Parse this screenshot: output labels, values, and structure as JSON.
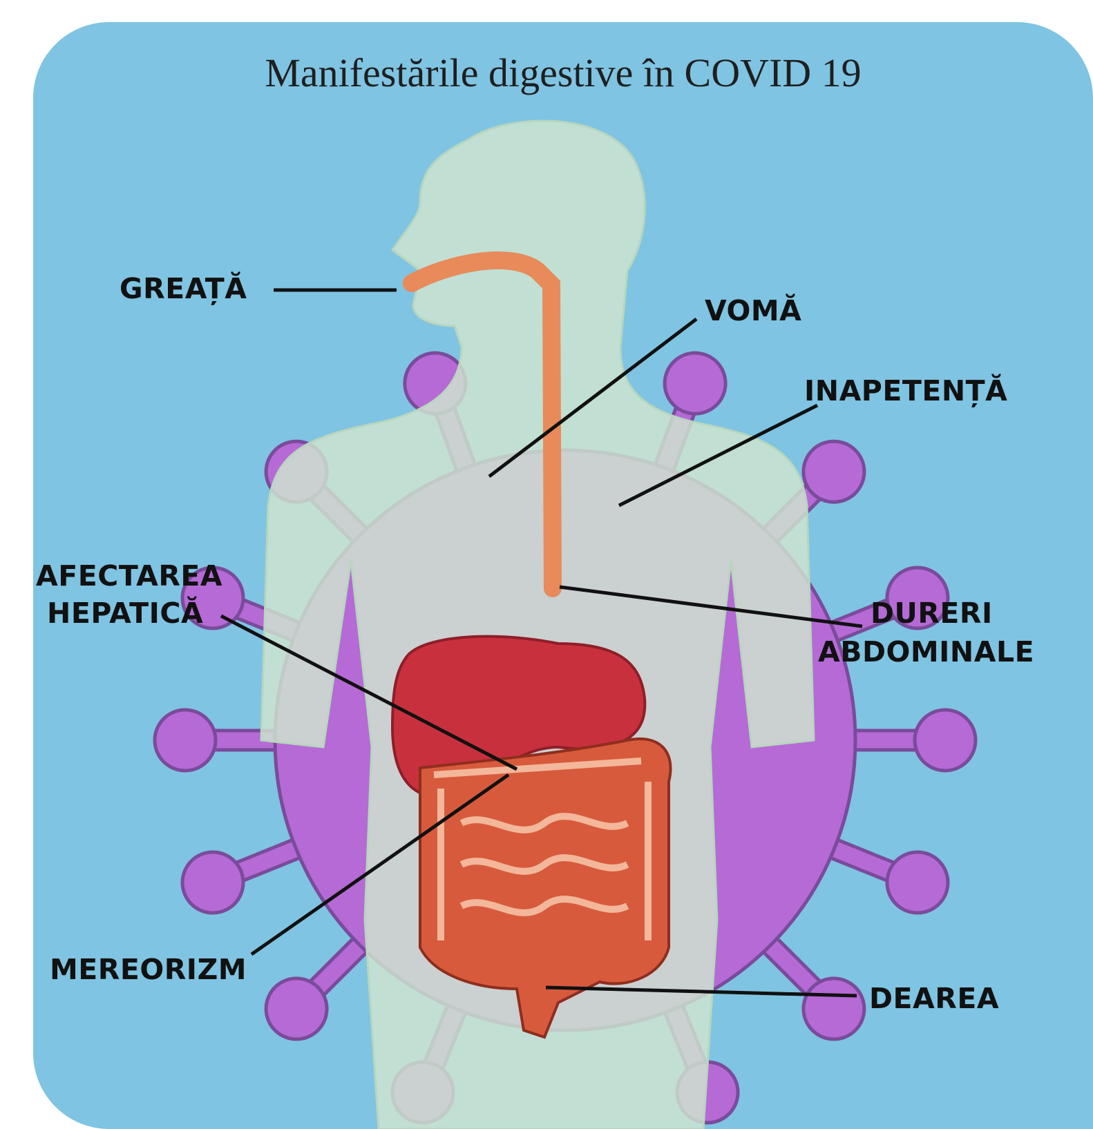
{
  "title": "Manifestările digestive în COVID 19",
  "colors": {
    "background": "#7fc4e2",
    "body": "#cfe6cf",
    "virus": "#b56ad6",
    "virus_outline": "#7a4b9a",
    "stomach": "#c9303e",
    "intestine": "#d85a3c",
    "esophagus": "#e88a5a",
    "leader_line": "#111111"
  },
  "labels": {
    "nausea": "GREAȚĂ",
    "vomit": "VOMĂ",
    "appetite": "INAPETENȚĂ",
    "liver_1": "AFECTAREA",
    "liver_2": "HEPATICĂ",
    "pain_1": "DURERI",
    "pain_2": "ABDOMINALE",
    "bloating": "MEREORIZM",
    "diarrhea": "DEAREA"
  }
}
